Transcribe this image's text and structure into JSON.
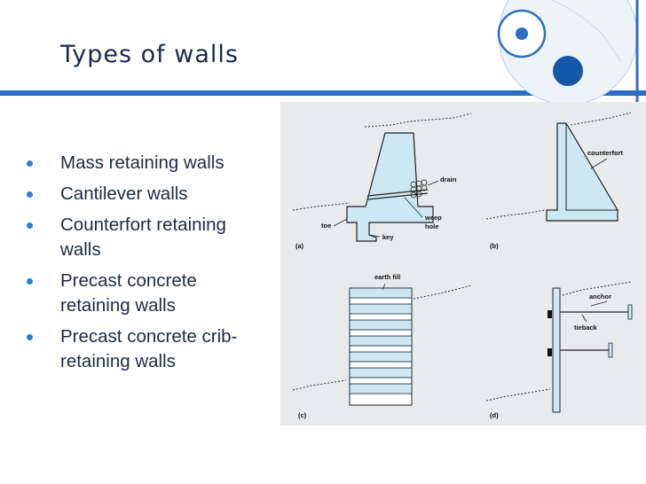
{
  "slide": {
    "title": "Types of walls",
    "bullets": [
      {
        "lines": [
          "Mass retaining walls"
        ]
      },
      {
        "lines": [
          "Cantilever walls"
        ]
      },
      {
        "lines": [
          "Counterfort retaining",
          "walls"
        ]
      },
      {
        "lines": [
          "Precast concrete",
          "retaining walls"
        ]
      },
      {
        "lines": [
          "Precast concrete crib-",
          "retaining walls"
        ]
      }
    ]
  },
  "figure": {
    "panel_a": {
      "tag": "(a)",
      "labels": {
        "drain": "drain",
        "weep": "weep",
        "hole": "hole",
        "toe": "toe",
        "key": "key"
      }
    },
    "panel_b": {
      "tag": "(b)",
      "labels": {
        "counterfort": "counterfort"
      }
    },
    "panel_c": {
      "tag": "(c)",
      "labels": {
        "earth_fill": "earth fill"
      }
    },
    "panel_d": {
      "tag": "(d)",
      "labels": {
        "anchor": "anchor",
        "tieback": "tieback"
      }
    }
  },
  "colors": {
    "accent_blue": "#2b6fc4",
    "dark_blue": "#1557a8",
    "title_text": "#1a2a4a",
    "wall_fill": "#cde8f3",
    "figure_bg": "#e9eaec"
  }
}
